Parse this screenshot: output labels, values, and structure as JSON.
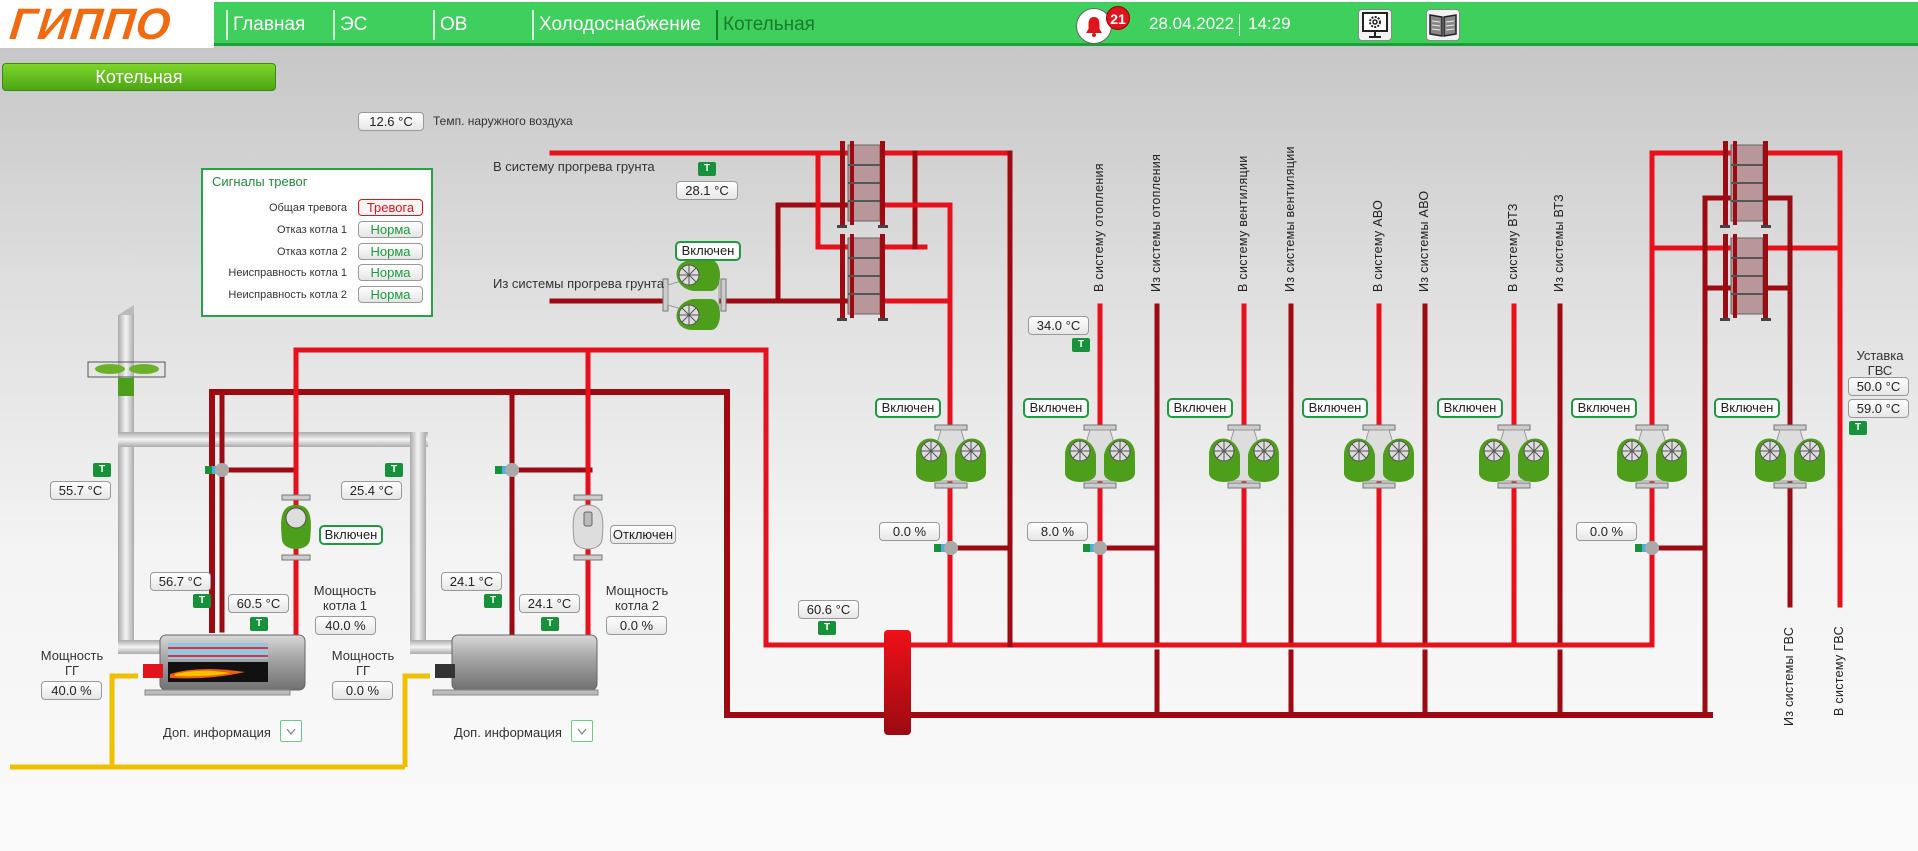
{
  "header": {
    "logo": "ГИППО",
    "nav": [
      {
        "label": "Главная",
        "active": false
      },
      {
        "label": "ЭС",
        "active": false
      },
      {
        "label": "ОВ",
        "active": false
      },
      {
        "label": "Холодоснабжение",
        "active": false
      },
      {
        "label": "Котельная",
        "active": true
      }
    ],
    "alarm_count": "21",
    "date": "28.04.2022",
    "time": "14:29",
    "icons": [
      "bell-icon",
      "monitor-settings-icon",
      "book-icon"
    ]
  },
  "page_button": "Котельная",
  "outdoor": {
    "value": "12.6 °C",
    "label": "Темп. наружного воздуха"
  },
  "alarms": {
    "title": "Сигналы тревог",
    "rows": [
      {
        "label": "Общая тревога",
        "status": "Тревога",
        "alarm": true
      },
      {
        "label": "Отказ котла 1",
        "status": "Норма",
        "alarm": false
      },
      {
        "label": "Отказ котла 2",
        "status": "Норма",
        "alarm": false
      },
      {
        "label": "Неисправность котла 1",
        "status": "Норма",
        "alarm": false
      },
      {
        "label": "Неисправность котла 2",
        "status": "Норма",
        "alarm": false
      }
    ]
  },
  "ground_heating": {
    "supply_label": "В систему прогрева грунта",
    "return_label": "Из системы прогрева грунта",
    "temp": "28.1 °C",
    "pump_status": "Включен"
  },
  "boiler1": {
    "flue_temp": "55.7 °C",
    "return_temp": "56.7 °C",
    "boiler_temp": "60.5 °C",
    "pump_status": "Включен",
    "power_label": "Мощность котла 1",
    "power": "40.0 %",
    "burner_label": "Мощность ГГ",
    "burner_power": "40.0 %",
    "more_info": "Доп. информация"
  },
  "boiler2": {
    "flue_temp": "25.4 °C",
    "return_temp": "24.1 °C",
    "boiler_temp": "24.1 °C",
    "pump_status": "Отключен",
    "power_label": "Мощность котла 2",
    "power": "0.0 %",
    "burner_label": "Мощность ГГ",
    "burner_power": "0.0 %",
    "more_info": "Доп. информация"
  },
  "header_temp": "60.6 °C",
  "circuits": [
    {
      "supply": "В систему отопления",
      "return": "Из системы отопления",
      "pump": "Включен",
      "valve": "8.0 %",
      "temp": "34.0 °C"
    },
    {
      "supply": "В систему вентиляции",
      "return": "Из системы вентиляции",
      "pump": "Включен"
    },
    {
      "supply": "В систему АВО",
      "return": "Из системы АВО",
      "pump": "Включен"
    },
    {
      "supply": "В систему ВТЗ",
      "return": "Из системы ВТЗ",
      "pump": "Включен"
    }
  ],
  "primary_pump": {
    "status": "Включен",
    "valve": "0.0 %"
  },
  "dhw": {
    "pump_primary": "Включен",
    "valve": "0.0 %",
    "pump_secondary": "Включен",
    "setpoint_label": "Уставка ГВС",
    "setpoint": "50.0 °C",
    "temp": "59.0 °C",
    "return_label": "Из системы ГВС",
    "supply_label": "В систему ГВС"
  },
  "colors": {
    "supply": "#e8101a",
    "return": "#9c0a12",
    "gas": "#f0c000",
    "ok": "#1e9b3e",
    "alarm": "#e0141c",
    "header": "#3fcf5c"
  }
}
